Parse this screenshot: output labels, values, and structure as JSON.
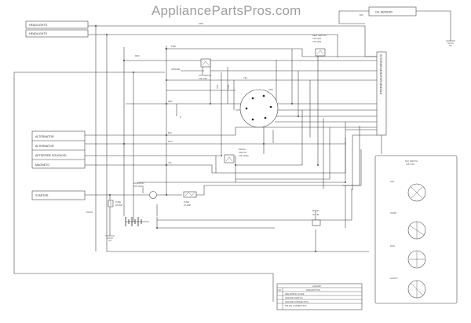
{
  "watermark": "AppliancePartsPros.com",
  "connectors": {
    "headlights_1": "HEADLIGHTS",
    "headlights_2": "HEADLIGHTS",
    "alternator_1": "ALTERNATOR",
    "alternator_2": "ALTERNATOR",
    "afterfire_solenoid": "AFTERFIRE SOLENOID",
    "magneto": "MAGNETO",
    "starter": "STARTER"
  },
  "oil_sender": "OIL SENSOR",
  "system_monitor": "SYSTEMS MONITOR MODULE",
  "seat_switch": {
    "name": "SEAT SWITCH",
    "line2": "725-1303",
    "line3": "725-1429"
  },
  "pto_switch": {
    "name": "PTO SWITCH",
    "line2": "725-1718"
  },
  "brake_switch": {
    "name": "BRAKE",
    "line2": "SWITCH",
    "line3": "725-1404A"
  },
  "solenoid": {
    "name": "SOLENOID",
    "line2": "725-1426"
  },
  "fuse_1": {
    "name": "FUSE",
    "line2": "20 AMP"
  },
  "fuse_2": {
    "name": "FUSE",
    "line2": "15 AMP"
  },
  "module": {
    "name": "Module",
    "line2": "(R + B)"
  },
  "key_switch": {
    "title": "KEY SWITCH",
    "part": "725-1718",
    "positions": [
      "OFF",
      "START",
      "RUN",
      "LIGHTS"
    ]
  },
  "wire_labels": {
    "top_1": "GRN",
    "right_1": "BLK",
    "left_1": "RED",
    "pink": "PINK",
    "orange": "ORANGE",
    "yel": "YEL",
    "red_2": "RED",
    "blk_2": "BLK",
    "wht": "WHT",
    "yel_2": "YEL",
    "grn_2": "GRN",
    "blu": "BLU",
    "brn": "BRN"
  },
  "legend": {
    "title": "LEGEND",
    "headers": [
      "NO.",
      "DESCRIPTION"
    ],
    "rows": [
      "SEE WIRING GUIDE",
      "IGNITION SWITCH",
      "GROUND CONNECTION",
      "SPLICE CONNECTION"
    ]
  }
}
